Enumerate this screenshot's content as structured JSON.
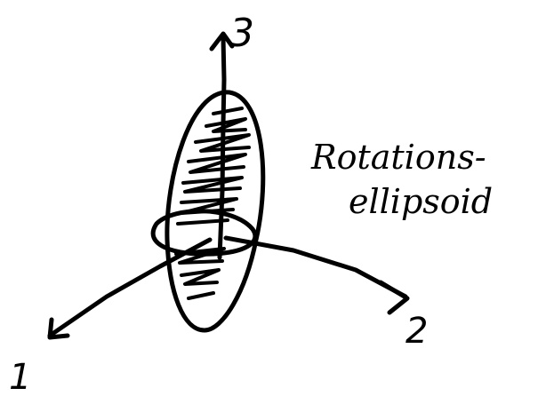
{
  "diagram": {
    "axes": [
      {
        "id": "axis-1",
        "label": "1"
      },
      {
        "id": "axis-2",
        "label": "2"
      },
      {
        "id": "axis-3",
        "label": "3"
      }
    ],
    "annotation": {
      "line1": "Rotations-",
      "line2": "ellipsoid"
    },
    "ink_color": "#000000",
    "background_color": "#ffffff"
  }
}
